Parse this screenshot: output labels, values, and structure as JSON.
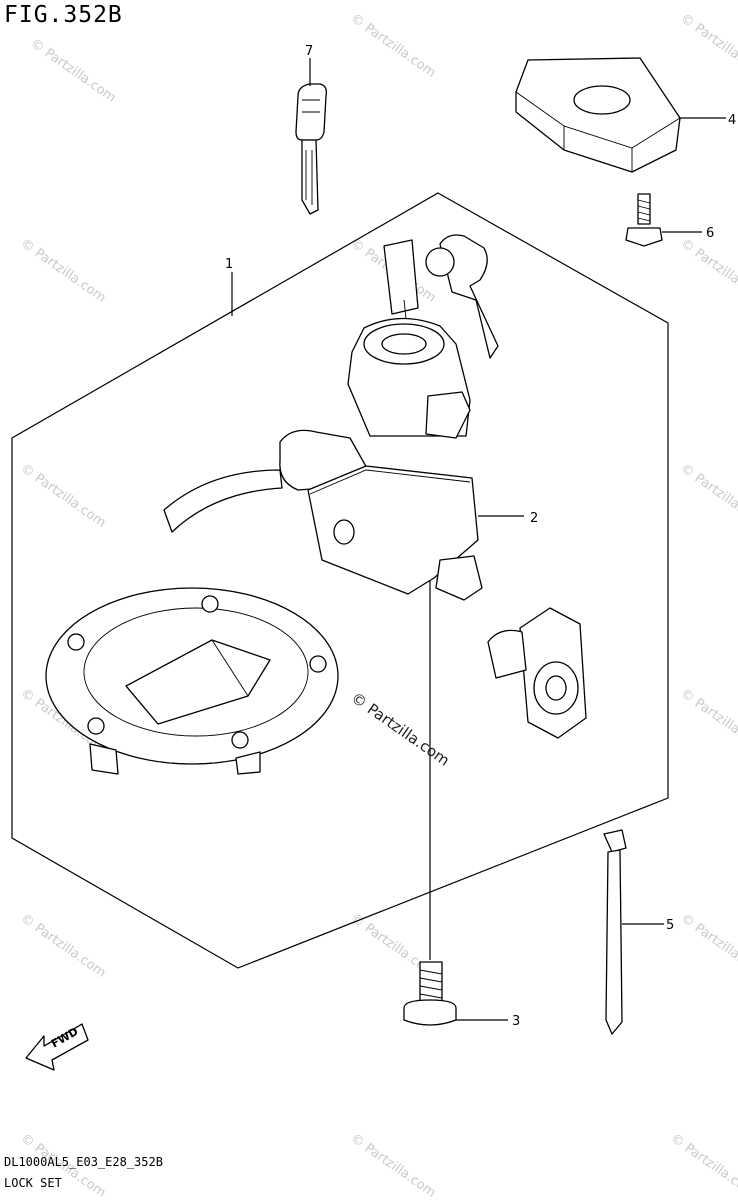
{
  "figure": {
    "title": "FIG.352B",
    "code": "DL1000AL5_E03_E28_352B",
    "name": "LOCK SET"
  },
  "callouts": [
    {
      "id": "1",
      "label": "1"
    },
    {
      "id": "2",
      "label": "2"
    },
    {
      "id": "3",
      "label": "3"
    },
    {
      "id": "4",
      "label": "4"
    },
    {
      "id": "5",
      "label": "5"
    },
    {
      "id": "6",
      "label": "6"
    },
    {
      "id": "7",
      "label": "7"
    }
  ],
  "watermark": {
    "text": "© Partzilla.com",
    "center_text": "© Partzilla.com"
  },
  "fwd_label": "FWD"
}
